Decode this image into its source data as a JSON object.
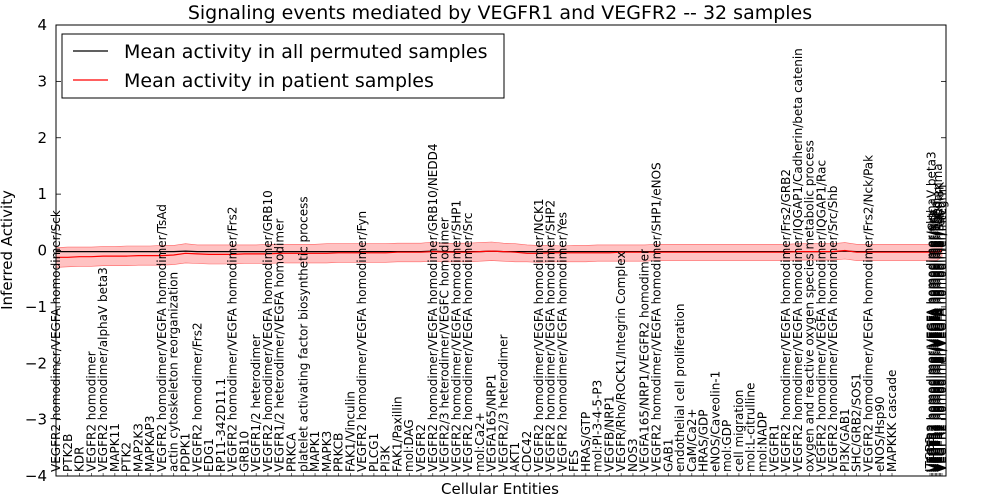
{
  "chart_data": {
    "type": "line",
    "title": "Signaling events mediated by VEGFR1 and VEGFR2 -- 32 samples",
    "xlabel": "Cellular Entities",
    "ylabel": "Inferred Activity",
    "ylim": [
      -4,
      4
    ],
    "yticks": [
      -4,
      -3,
      -2,
      -1,
      0,
      1,
      2,
      3,
      4
    ],
    "grid": false,
    "legend_position": "top-left",
    "colors": {
      "permuted": "#000000",
      "patient": "#ff0000",
      "band": "#ff9999"
    },
    "categories": [
      "VEGFR2 homodimer/VEGFA homodimer/Sck",
      "PTK2B",
      "KDR",
      "VEGFR2 homodimer",
      "VEGFR2 homodimer/alphaV beta3",
      "MAPK11",
      "PTK2",
      "MAP2K3",
      "MAPKAP3",
      "VEGFR2 homodimer/VEGFA homodimer/TsAd",
      "actin cytoskeleton reorganization",
      "PDPK1",
      "VEGFR2 homodimer/Frs2",
      "EDG1",
      "RP11-342D11.1",
      "VEGFR2 homodimer/VEGFA homodimer/Frs2",
      "GRB10",
      "VEGFR1/2 heterodimer",
      "VEGFR2 homodimer/VEGFA homodimer/GRB10",
      "VEGFR1/2 heterodimer/VEGFA homodimer",
      "PRKCA",
      "platelet activating factor biosynthetic process",
      "MAPK1",
      "MAPK3",
      "PRKCB",
      "FAK1/Vinculin",
      "VEGFR2 homodimer/VEGFA homodimer/Fyn",
      "PLCG1",
      "PI3K",
      "FAK1/Paxillin",
      "mol:DAG",
      "VEGFR2",
      "VEGFR2 homodimer/VEGFA homodimer/GRB10/NEDD4",
      "VEGFR2/3 heterodimer/VEGFC homodimer",
      "VEGFR2 homodimer/VEGFA homodimer/SHP1",
      "VEGFR2 homodimer/VEGFA homodimer/Src",
      "mol:Ca2+",
      "VEGFA165/NRP1",
      "VEGFR2/3 heterodimer",
      "AKT1",
      "CDC42",
      "VEGFR2 homodimer/VEGFA homodimer/NCK1",
      "VEGFR2 homodimer/VEGFA homodimer/SHP2",
      "VEGFR2 homodimer/VEGFA homodimer/Yes",
      "FES",
      "HRAS/GTP",
      "mol:PI-3-4-5-P3",
      "VEGFB/NRP1",
      "VEGFR/Rho/ROCK1/Integrin Complex",
      "NOS3",
      "VEGFA165/NRP1/VEGFR2 homodimer",
      "VEGFR2 homodimer/VEGFA homodimer/SHP1/eNOS",
      "GAB1",
      "endothelial cell proliferation",
      "CaM/Ca2+",
      "HRAS/GDP",
      "eNOS/Caveolin-1",
      "mol:GDP",
      "cell migration",
      "mol:L-citrulline",
      "mol:NADP",
      "VEGFR1",
      "VEGFR2 homodimer/VEGFA homodimer/Frs2/GRB2",
      "VEGFR2 homodimer/VEGFA homodimer/IQGAP1/Cadherin/beta catenin",
      "oxygen and reactive oxygen species metabolic process",
      "VEGFR2 homodimer/VEGFA homodimer/IQGAP1/Rac",
      "VEGFR2 homodimer/VEGFA homodimer/Src/Shb",
      "PI3K/GAB1",
      "SHC/GRB2/SOS1",
      "VEGFR2 homodimer/VEGFA homodimer/Frs2/Nck/Pak",
      "eNOS/Hsp90",
      "MAPKKK cascade",
      "ITGB3",
      "VEGFR2 homodimer/VEGFA homodimer/alphaV beta3",
      "VEGFR2 homodimer/VEGFA homodimer/Crk",
      "VEGFR2 homodimer/VEGFA homodimer/Nck",
      "VEGFR2 homodimer/VEGFA homodimer/TSAd",
      "VEGFR2 homodimer/VEGFA homodimer/Shb",
      "VEGFR2 homodimer/VEGFA homodimer/PLCgamma",
      "VEGFR2 homodimer/VEGFA homodimer/Src/PI3K",
      "VEGFR2 homodimer/VEGFA homodimer/Fak",
      "VEGFR2 homodimer/VEGFA homodimer/Integrin"
    ],
    "series": [
      {
        "name": "Mean activity in all permuted samples",
        "color": "#000000",
        "values": [
          -0.02,
          -0.02,
          -0.02,
          -0.02,
          -0.02,
          -0.02,
          -0.02,
          -0.02,
          -0.02,
          -0.02,
          -0.02,
          -0.01,
          -0.02,
          -0.02,
          -0.02,
          -0.02,
          -0.02,
          -0.02,
          -0.02,
          -0.02,
          -0.02,
          -0.02,
          -0.02,
          -0.02,
          -0.02,
          -0.02,
          -0.02,
          -0.02,
          -0.02,
          -0.02,
          -0.02,
          -0.02,
          -0.01,
          -0.02,
          -0.02,
          -0.02,
          -0.02,
          -0.01,
          -0.02,
          -0.02,
          -0.02,
          -0.02,
          -0.02,
          -0.02,
          -0.02,
          -0.02,
          -0.02,
          -0.02,
          -0.02,
          -0.02,
          -0.02,
          -0.02,
          -0.02,
          -0.02,
          -0.02,
          -0.02,
          -0.02,
          -0.02,
          -0.02,
          -0.02,
          -0.02,
          -0.02,
          -0.02,
          -0.02,
          -0.02,
          -0.02,
          -0.02,
          -0.01,
          -0.02,
          -0.02,
          -0.02,
          -0.02,
          -0.02,
          -0.02,
          -0.02,
          -0.02,
          -0.02,
          -0.02,
          -0.02,
          -0.02,
          -0.02,
          -0.02
        ]
      },
      {
        "name": "Mean activity in patient samples",
        "color": "#ff0000",
        "values": [
          -0.12,
          -0.12,
          -0.11,
          -0.11,
          -0.1,
          -0.1,
          -0.1,
          -0.09,
          -0.09,
          -0.09,
          -0.08,
          -0.05,
          -0.06,
          -0.07,
          -0.07,
          -0.07,
          -0.06,
          -0.06,
          -0.06,
          -0.05,
          -0.05,
          -0.05,
          -0.05,
          -0.05,
          -0.04,
          -0.04,
          -0.04,
          -0.04,
          -0.04,
          -0.03,
          -0.03,
          -0.03,
          -0.02,
          -0.03,
          -0.03,
          -0.03,
          -0.02,
          -0.01,
          -0.02,
          -0.03,
          -0.05,
          -0.05,
          -0.04,
          -0.04,
          -0.04,
          -0.04,
          -0.04,
          -0.04,
          -0.03,
          -0.03,
          -0.03,
          -0.03,
          -0.03,
          -0.03,
          -0.03,
          -0.03,
          -0.03,
          -0.03,
          -0.03,
          -0.03,
          -0.03,
          -0.03,
          -0.03,
          -0.02,
          -0.02,
          -0.02,
          -0.02,
          0.0,
          -0.03,
          -0.03,
          -0.03,
          -0.03,
          -0.03,
          -0.03,
          -0.03,
          -0.03,
          -0.03,
          -0.03,
          -0.02,
          -0.02,
          0.0,
          0.01
        ]
      }
    ],
    "band_patient": {
      "upper": [
        0.05,
        0.06,
        0.06,
        0.06,
        0.07,
        0.07,
        0.08,
        0.08,
        0.08,
        0.09,
        0.09,
        0.12,
        0.1,
        0.1,
        0.1,
        0.1,
        0.1,
        0.1,
        0.11,
        0.11,
        0.11,
        0.11,
        0.11,
        0.12,
        0.12,
        0.12,
        0.12,
        0.12,
        0.12,
        0.13,
        0.13,
        0.13,
        0.15,
        0.12,
        0.13,
        0.13,
        0.14,
        0.15,
        0.13,
        0.12,
        0.1,
        0.09,
        0.09,
        0.08,
        0.09,
        0.09,
        0.1,
        0.1,
        0.1,
        0.1,
        0.1,
        0.11,
        0.11,
        0.11,
        0.11,
        0.11,
        0.11,
        0.11,
        0.11,
        0.11,
        0.11,
        0.11,
        0.11,
        0.12,
        0.12,
        0.12,
        0.12,
        0.14,
        0.11,
        0.11,
        0.11,
        0.11,
        0.11,
        0.11,
        0.11,
        0.11,
        0.11,
        0.1,
        0.1,
        0.1,
        0.12,
        0.14
      ],
      "lower": [
        -0.3,
        -0.29,
        -0.28,
        -0.28,
        -0.27,
        -0.27,
        -0.27,
        -0.26,
        -0.26,
        -0.26,
        -0.25,
        -0.22,
        -0.23,
        -0.24,
        -0.24,
        -0.24,
        -0.23,
        -0.23,
        -0.23,
        -0.22,
        -0.22,
        -0.22,
        -0.22,
        -0.22,
        -0.21,
        -0.21,
        -0.21,
        -0.21,
        -0.21,
        -0.2,
        -0.2,
        -0.2,
        -0.19,
        -0.2,
        -0.2,
        -0.2,
        -0.19,
        -0.18,
        -0.19,
        -0.2,
        -0.2,
        -0.21,
        -0.2,
        -0.2,
        -0.2,
        -0.2,
        -0.19,
        -0.19,
        -0.19,
        -0.19,
        -0.19,
        -0.18,
        -0.18,
        -0.18,
        -0.18,
        -0.18,
        -0.18,
        -0.18,
        -0.18,
        -0.18,
        -0.18,
        -0.18,
        -0.18,
        -0.17,
        -0.17,
        -0.17,
        -0.17,
        -0.15,
        -0.18,
        -0.18,
        -0.18,
        -0.18,
        -0.18,
        -0.18,
        -0.18,
        -0.18,
        -0.18,
        -0.18,
        -0.16,
        -0.15,
        -0.13,
        -0.12
      ]
    }
  }
}
